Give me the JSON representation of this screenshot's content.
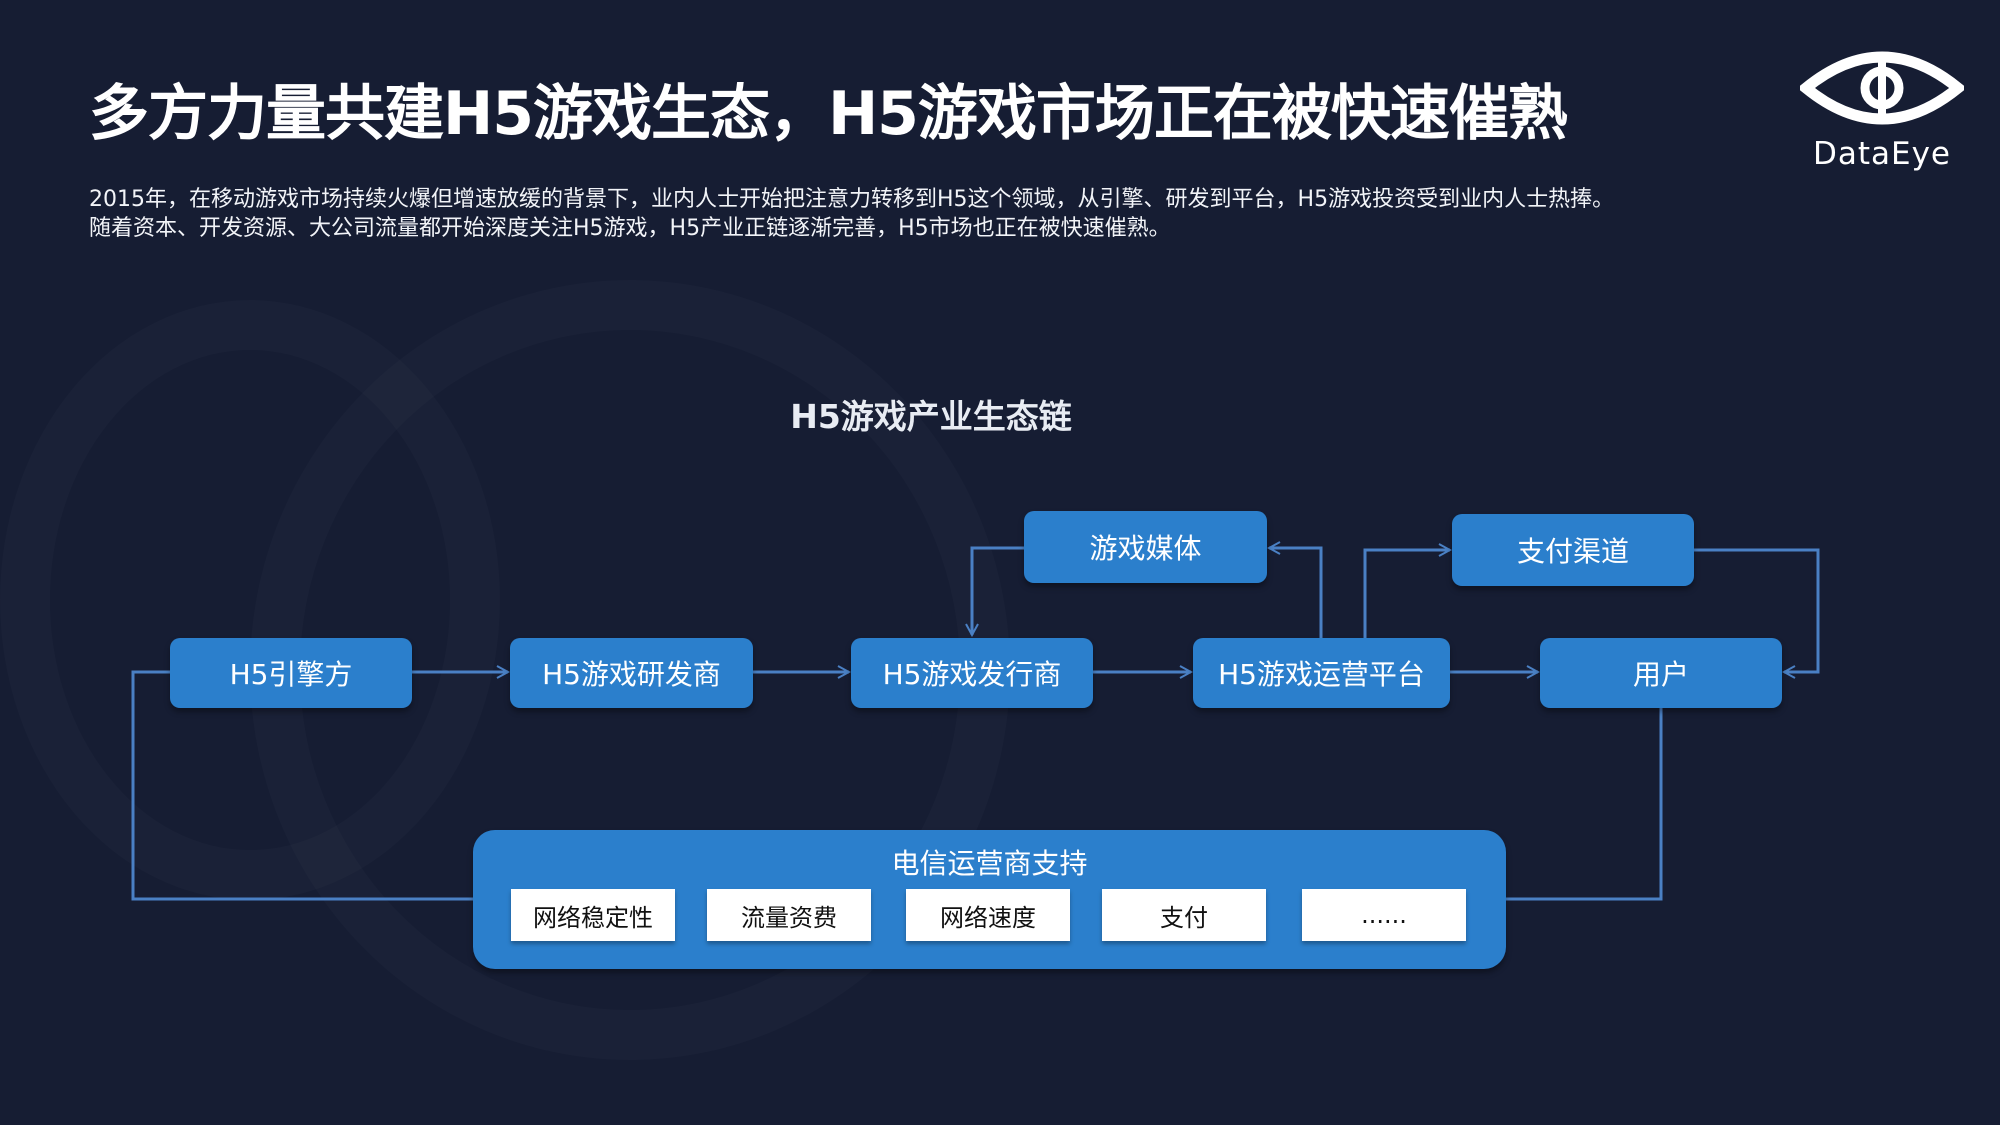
{
  "header": {
    "title": "多方力量共建H5游戏生态，H5游戏市场正在被快速催熟",
    "subtitle_lines": [
      "2015年，在移动游戏市场持续火爆但增速放缓的背景下，业内人士开始把注意力转移到H5这个领域，从引擎、研发到平台，H5游戏投资受到业内人士热捧。",
      "随着资本、开发资源、大公司流量都开始深度关注H5游戏，H5产业正链逐渐完善，H5市场也正在被快速催熟。"
    ]
  },
  "logo": {
    "text": "DataEye",
    "icon": "eye-icon"
  },
  "diagram": {
    "title": "H5游戏产业生态链",
    "nodes": {
      "engine": "H5引擎方",
      "developer": "H5游戏研发商",
      "publisher": "H5游戏发行商",
      "platform": "H5游戏运营平台",
      "user": "用户",
      "media": "游戏媒体",
      "payment": "支付渠道"
    },
    "telecom": {
      "label": "电信运营商支持",
      "items": [
        "网络稳定性",
        "流量资费",
        "网络速度",
        "支付",
        "......"
      ]
    }
  },
  "colors": {
    "background": "#161d33",
    "box": "#2b7fcc",
    "line": "#4a80c4"
  }
}
